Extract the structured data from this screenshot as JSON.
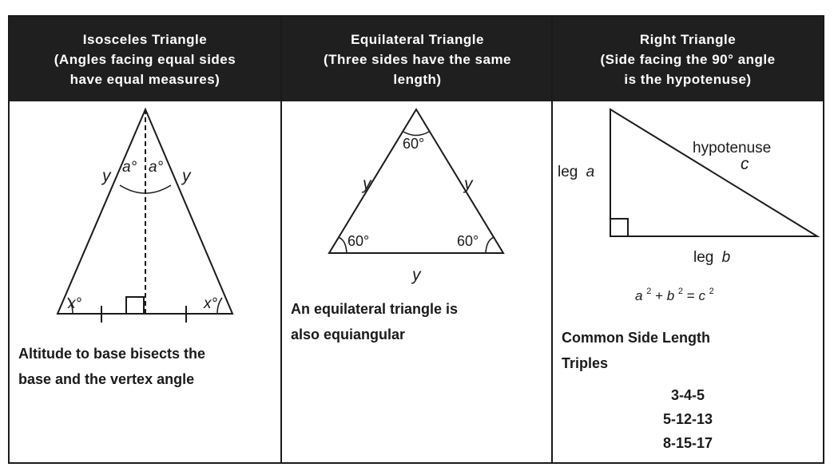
{
  "columns": [
    {
      "header": [
        "Isosceles Triangle",
        "(Angles facing equal sides",
        "have equal measures)"
      ],
      "labels": {
        "side_left": "y",
        "side_right": "y",
        "apex_left": "a°",
        "apex_right": "a°",
        "base_left": "x°",
        "base_right": "x°"
      },
      "note": [
        "Altitude to base bisects the",
        "base and the vertex angle"
      ]
    },
    {
      "header": [
        "Equilateral Triangle",
        "(Three sides have the same",
        "length)"
      ],
      "labels": {
        "top_angle": "60°",
        "left_angle": "60°",
        "right_angle": "60°",
        "side_left": "y",
        "side_right": "y",
        "side_bottom": "y"
      },
      "note": [
        "An equilateral triangle is",
        "also equiangular"
      ]
    },
    {
      "header": [
        "Right Triangle",
        "(Side facing the 90° angle",
        "is the hypotenuse)"
      ],
      "labels": {
        "hypotenuse": "hypotenuse",
        "hyp_var": "c",
        "leg_a_word": "leg",
        "leg_a_var": "a",
        "leg_b_word": "leg",
        "leg_b_var": "b"
      },
      "formula": {
        "a": "a",
        "b": "b",
        "c": "c",
        "exp": "2",
        "plus": " + ",
        "eq": " = "
      },
      "note": [
        "Common Side Length",
        "Triples"
      ],
      "triples": [
        "3-4-5",
        "5-12-13",
        "8-15-17"
      ]
    }
  ]
}
